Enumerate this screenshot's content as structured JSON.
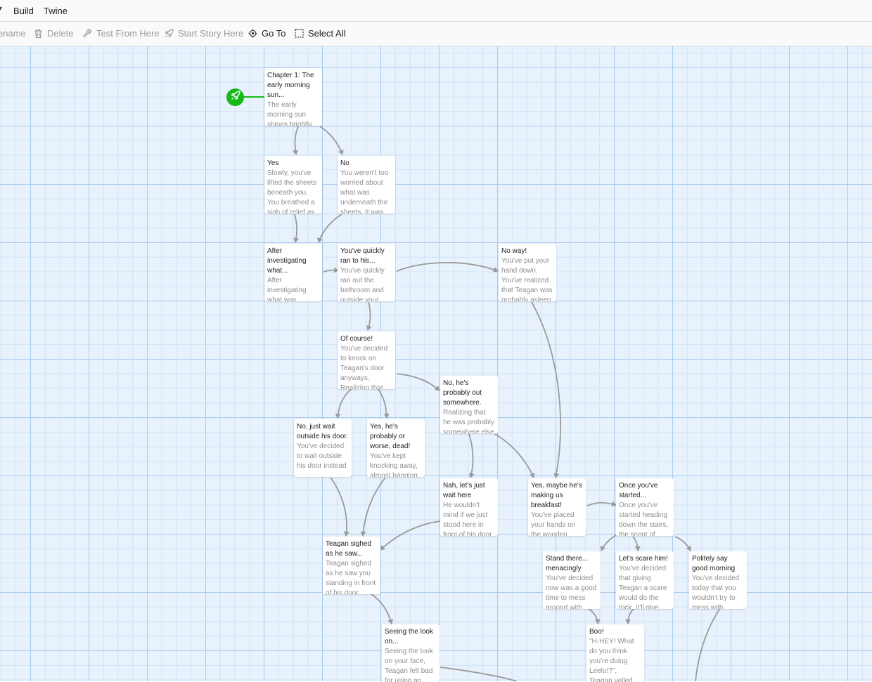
{
  "menu": {
    "items": [
      "Build",
      "Twine"
    ]
  },
  "toolbar": {
    "rename": "ename",
    "delete": "Delete",
    "test_from_here": "Test From Here",
    "start_story_here": "Start Story Here",
    "go_to": "Go To",
    "select_all": "Select All"
  },
  "icons": {
    "trash": "trash-icon",
    "wrench": "wrench-icon",
    "rocket": "rocket-icon",
    "target": "target-icon",
    "select": "select-all-icon"
  },
  "colors": {
    "start_badge": "#16b816",
    "grid_major": "#a9cbee",
    "grid_minor": "#cfe2f6",
    "canvas": "#e8f2fd",
    "link_arrow": "#9a9a9a"
  },
  "passages": [
    {
      "id": "ch1",
      "title": "Chapter 1: The early morning sun...",
      "excerpt": "The early morning sun shines brightly"
    },
    {
      "id": "yes",
      "title": "Yes",
      "excerpt": "Slowly, you've lifted the sheets beneath you. You breathed a sigh of relief as"
    },
    {
      "id": "no",
      "title": "No",
      "excerpt": "You weren't too worried about what was underneath the sheets. It was"
    },
    {
      "id": "after",
      "title": "After investigating what...",
      "excerpt": "After investigating what was"
    },
    {
      "id": "ran",
      "title": "You've quickly ran to his...",
      "excerpt": "You've quickly ran out the bathroom and outside your"
    },
    {
      "id": "noway",
      "title": "No way!",
      "excerpt": "You've put your hand down. You've realized that Teagan was probably asleep"
    },
    {
      "id": "course",
      "title": "Of course!",
      "excerpt": "You've decided to knock on Teagan's door anyways. Realizing that"
    },
    {
      "id": "out",
      "title": "No, he's probably out somewhere.",
      "excerpt": "Realizing that he was probably somewhere else"
    },
    {
      "id": "wait",
      "title": "No, just wait outside his door.",
      "excerpt": "You've decided to wait outside his door instead"
    },
    {
      "id": "dead",
      "title": "Yes, he's probably or worse, dead!",
      "excerpt": "You've kept knocking away, almost banging"
    },
    {
      "id": "nah",
      "title": "Nah, let's just wait here",
      "excerpt": "He wouldn't mind if we just stood here in front of his door"
    },
    {
      "id": "breakfast",
      "title": "Yes, maybe he's making us breakfast!",
      "excerpt": "You've placed your hands on the wooden"
    },
    {
      "id": "started",
      "title": "Once you've started...",
      "excerpt": "Once you've started heading down the stairs, the scent of"
    },
    {
      "id": "sighed",
      "title": "Teagan sighed as he saw...",
      "excerpt": "Teagan sighed as he saw you standing in front of his door"
    },
    {
      "id": "stand",
      "title": "Stand there... menacingly",
      "excerpt": "You've decided now was a good time to mess around with"
    },
    {
      "id": "scare",
      "title": "Let's scare him!",
      "excerpt": "You've decided that giving Teagan a scare would do the trick. It'll give"
    },
    {
      "id": "polite",
      "title": "Politely say good morning",
      "excerpt": "You've decided today that you wouldn't try to mess with"
    },
    {
      "id": "look",
      "title": "Seeing the look on...",
      "excerpt": "Seeing the look on your face, Teagan felt bad for using an"
    },
    {
      "id": "boo",
      "title": "Boo!",
      "excerpt": "\"H-HEY! What do you think you're doing Leelo!?\", Teagan yelled almost"
    }
  ]
}
